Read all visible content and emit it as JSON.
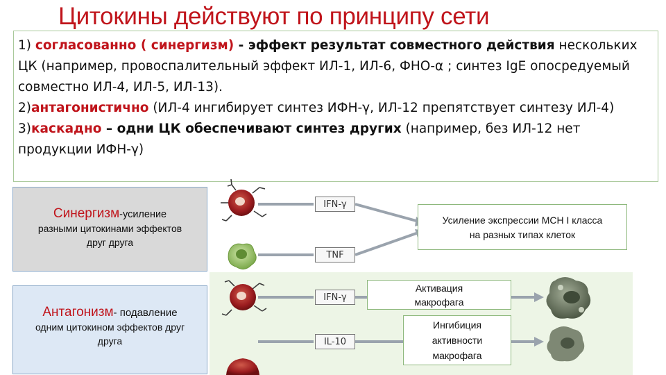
{
  "title": "Цитокины действуют по принципу сети",
  "text": {
    "l1_num": "1) ",
    "l1_red": "согласованно ( синергизм)",
    "l1_bold": " - эффект результат совместного действия",
    "l1_rest": " нескольких",
    "l2": "ЦК (например, провоспалительный эффект ИЛ-1, ИЛ-6, ФНО-α ; синтез IgE опосредуемый",
    "l3": "совместно ИЛ-4, ИЛ-5, ИЛ-13).",
    "l4_num": "2)",
    "l4_red": "антагонистично",
    "l4_rest": " (ИЛ-4 ингибирует синтез ИФН-γ, ИЛ-12 препятствует синтезу ИЛ-4)",
    "l5_num": "3)",
    "l5_red": "каскадно",
    "l5_bold": " – одни ЦК обеспечивают синтез других",
    "l5_rest": " (например, без ИЛ-12 нет",
    "l6": "продукции ИФН-γ)"
  },
  "synergy_box": {
    "heading": "Синергизм",
    "heading_suffix": "-усиление",
    "desc1": "разными цитокинами эффектов",
    "desc2": "друг друга"
  },
  "antagonism_box": {
    "heading": "Антагонизм",
    "heading_suffix": "- подавление",
    "desc1": "одним цитокином эффектов друг",
    "desc2": "друга"
  },
  "cytokines": {
    "ifn1": "IFN-γ",
    "tnf": "TNF",
    "ifn2": "IFN-γ",
    "il10": "IL-10"
  },
  "labels": {
    "mhc1": "Усиление экспрессии MCH I класса",
    "mhc2": "на разных типах клеток",
    "act1": "Активация",
    "act2": "макрофага",
    "inh1": "Ингибиция",
    "inh2": "активности",
    "inh3": "макрофага"
  },
  "colors": {
    "title_red": "#c0141b",
    "dendritic_cell": "#9b1c1f",
    "green_cell": "#8bbf57",
    "macrophage": "#5e6b55"
  }
}
